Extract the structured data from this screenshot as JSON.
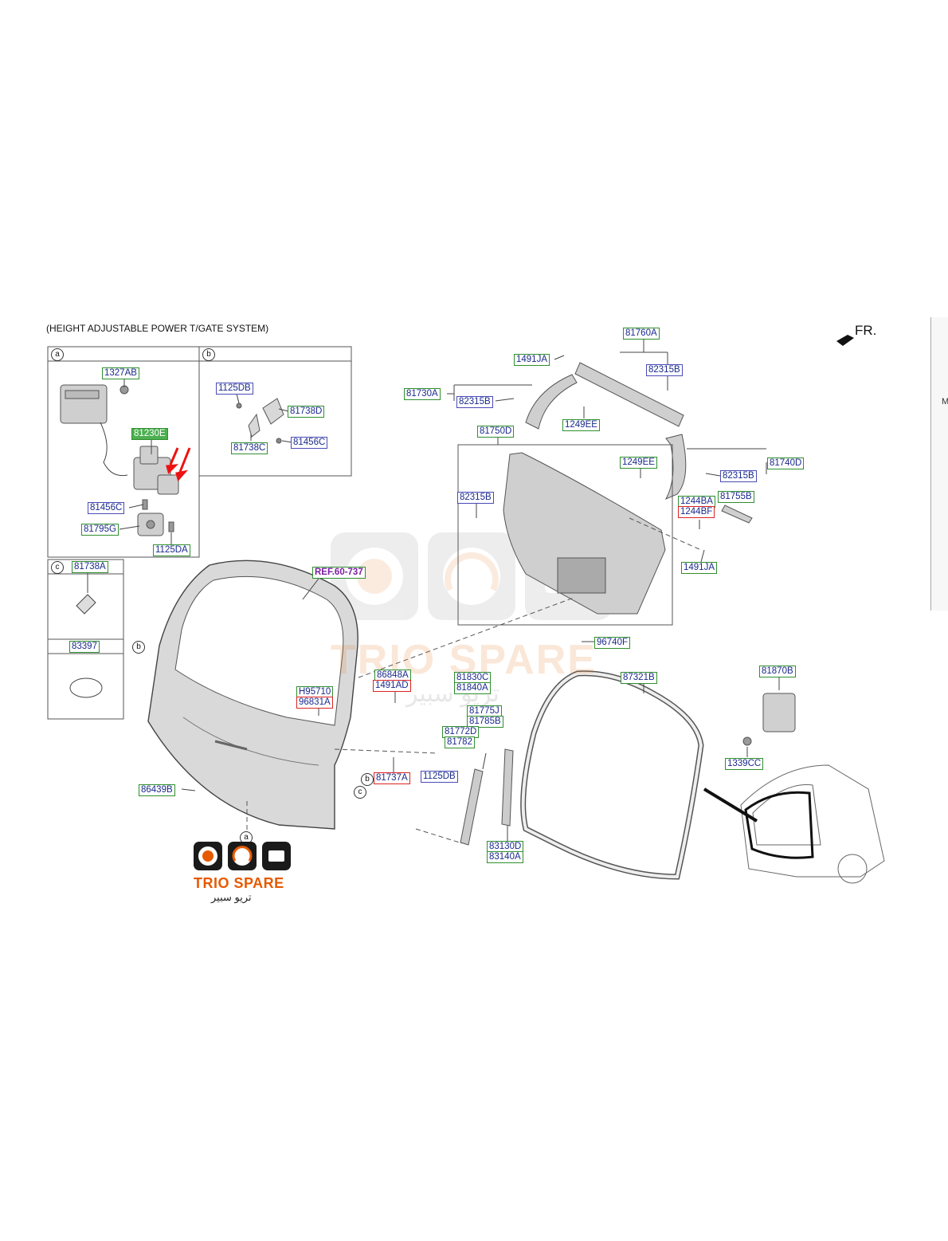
{
  "title": "(HEIGHT ADJUSTABLE POWER T/GATE SYSTEM)",
  "fr_label": "FR.",
  "sidebar_letter": "M",
  "panels": {
    "a": "a",
    "b": "b",
    "c": "c"
  },
  "callout_a": "a",
  "callout_b": "b",
  "callout_c": "c",
  "callout_b2": "b",
  "callout_c2": "c",
  "labels": {
    "l_1327AB": "1327AB",
    "l_81230E": "81230E",
    "l_81456C_a": "81456C",
    "l_81795G": "81795G",
    "l_1125DA": "1125DA",
    "l_1125DB_b": "1125DB",
    "l_81738D": "81738D",
    "l_81738C": "81738C",
    "l_81456C_b": "81456C",
    "l_81738A": "81738A",
    "l_83397": "83397",
    "l_REF": "REF.60-737",
    "l_H95710": "H95710",
    "l_96831A": "96831A",
    "l_86848A": "86848A",
    "l_1491AD": "1491AD",
    "l_81737A": "81737A",
    "l_86439B": "86439B",
    "l_81760A": "81760A",
    "l_82315B_1": "82315B",
    "l_1491JA_1": "1491JA",
    "l_81730A": "81730A",
    "l_82315B_2": "82315B",
    "l_1249EE_1": "1249EE",
    "l_81750D": "81750D",
    "l_1249EE_2": "1249EE",
    "l_81740D": "81740D",
    "l_82315B_3": "82315B",
    "l_82315B_4": "82315B",
    "l_1244BA": "1244BA",
    "l_1244BF": "1244BF",
    "l_81755B": "81755B",
    "l_1491JA_2": "1491JA",
    "l_96740F": "96740F",
    "l_81830C": "81830C",
    "l_81840A": "81840A",
    "l_81775J": "81775J",
    "l_81785B": "81785B",
    "l_81772D": "81772D",
    "l_81782": "81782",
    "l_1125DB_2": "1125DB",
    "l_83130D": "83130D",
    "l_83140A": "83140A",
    "l_87321B": "87321B",
    "l_81870B": "81870B",
    "l_1339CC": "1339CC"
  },
  "logo": {
    "name": "TRIO SPARE",
    "arabic": "تريو سبير"
  },
  "colors": {
    "label_green": "#2f8f2f",
    "label_blue": "#4a4ab8",
    "label_red": "#dd2222",
    "ref_purple": "#7a1fa0",
    "brand_orange": "#e65a00"
  }
}
